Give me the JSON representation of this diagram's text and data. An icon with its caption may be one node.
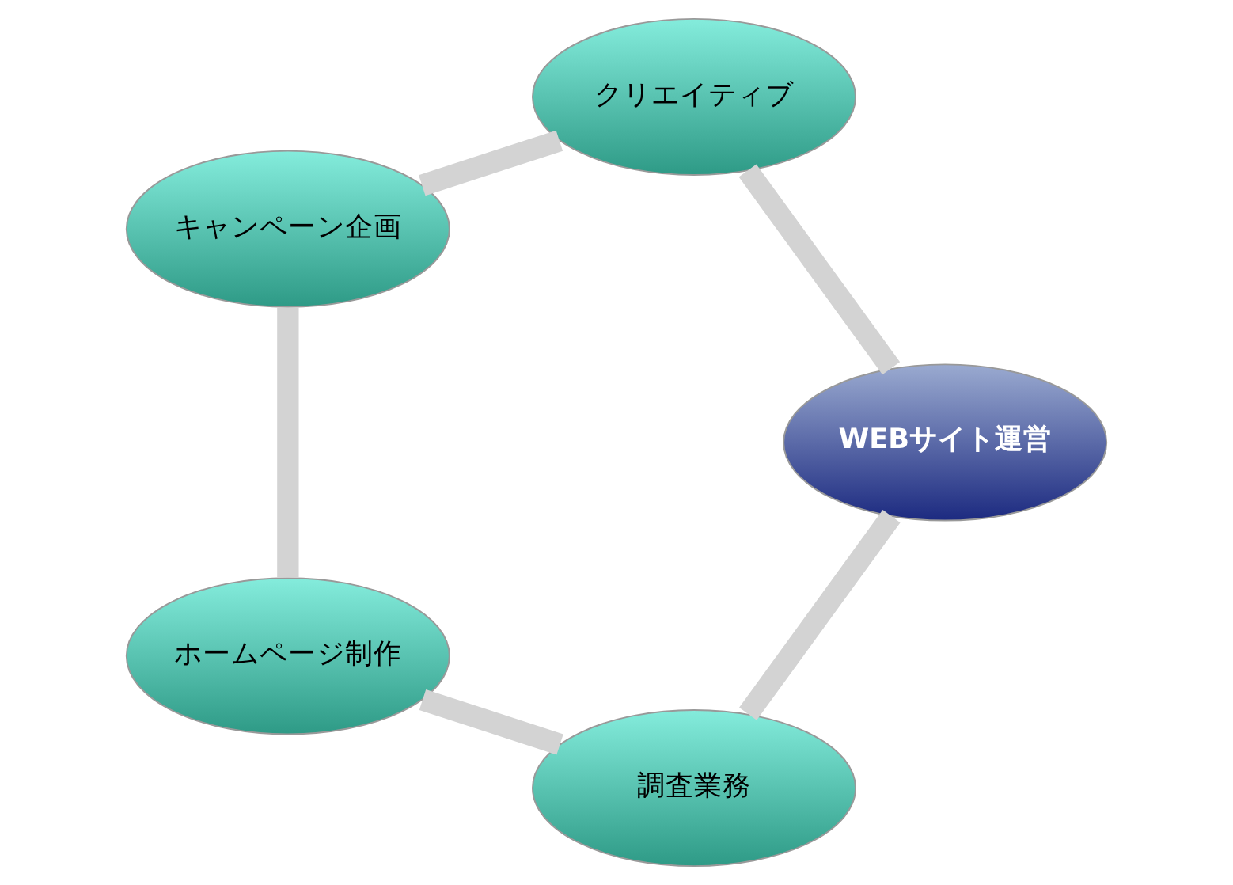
{
  "diagram": {
    "nodes": [
      {
        "text": [
          "調査業務"
        ]
      },
      {
        "text": [
          "ホームページ制作"
        ]
      },
      {
        "text": [
          "WEBサイト運営"
        ]
      },
      {
        "text": [
          "キャンペーン企画"
        ]
      },
      {
        "text": [
          "クリエイティブ"
        ]
      }
    ],
    "edges": [
      {
        "from": 0,
        "to": 1,
        "arrow": "none"
      },
      {
        "from": 1,
        "to": 3,
        "arrow": "none"
      },
      {
        "from": 3,
        "to": 4,
        "arrow": "none"
      },
      {
        "from": 4,
        "to": 2,
        "arrow": "none"
      },
      {
        "from": 2,
        "to": 0,
        "arrow": "none"
      }
    ]
  }
}
